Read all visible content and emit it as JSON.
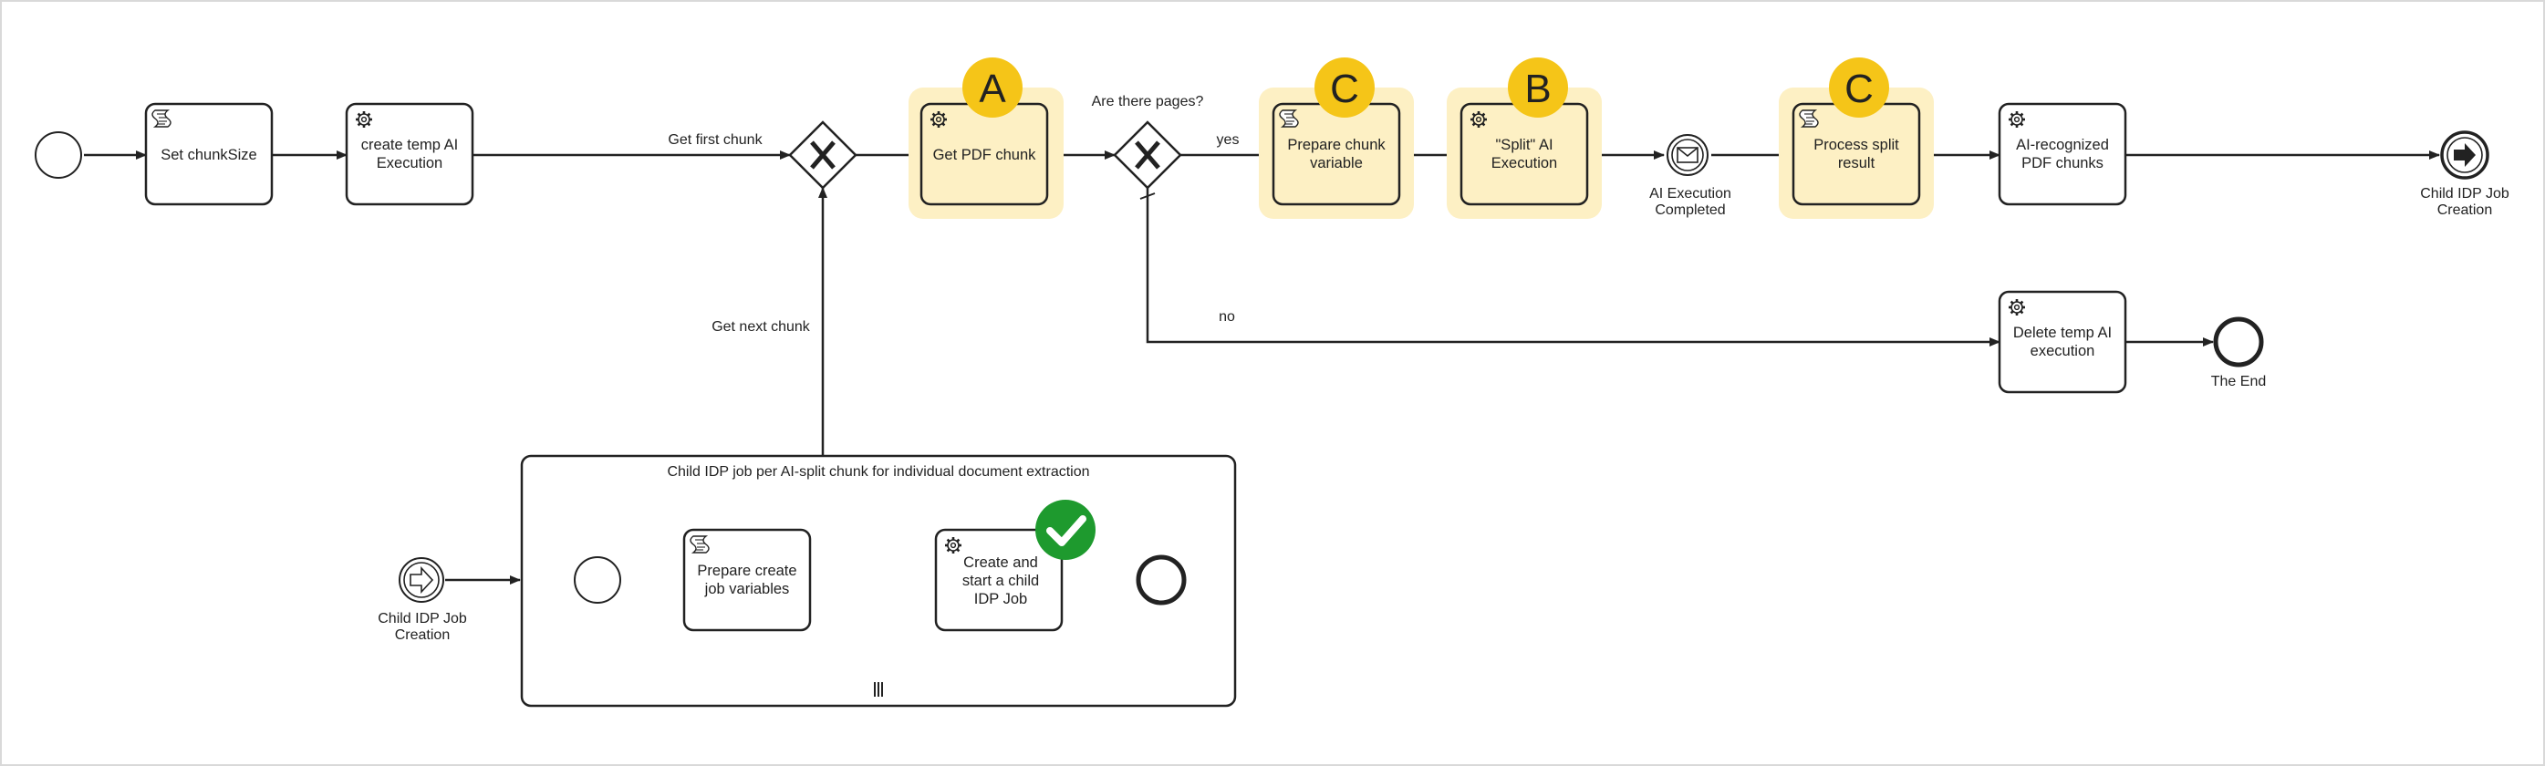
{
  "colors": {
    "stroke": "#222222",
    "highlight_fill": "#fdf0c4",
    "highlight_halo": "#fdf0c4",
    "badge": "#f5c518",
    "check": "#1e9a2e"
  },
  "events": {
    "start": {
      "label": ""
    },
    "ai_execution_completed": {
      "label_lines": [
        "AI Execution",
        "Completed"
      ]
    },
    "child_job_creation_end": {
      "label_lines": [
        "Child IDP Job",
        "Creation"
      ]
    },
    "the_end": {
      "label_lines": [
        "The End"
      ]
    },
    "child_job_creation_start": {
      "label_lines": [
        "Child IDP Job",
        "Creation"
      ]
    },
    "sub_start": {
      "label": ""
    },
    "sub_end": {
      "label": ""
    }
  },
  "tasks": {
    "set_chunk_size": {
      "lines": [
        "Set chunkSize"
      ],
      "icon": "script-icon"
    },
    "create_temp_ai": {
      "lines": [
        "create temp AI",
        "Execution"
      ],
      "icon": "gear-icon"
    },
    "get_pdf_chunk": {
      "lines": [
        "Get PDF chunk"
      ],
      "icon": "gear-icon",
      "badge": "A"
    },
    "prepare_chunk_variable": {
      "lines": [
        "Prepare chunk",
        "variable"
      ],
      "icon": "script-icon",
      "badge": "C"
    },
    "split_ai_execution": {
      "lines": [
        "\"Split\" AI",
        "Execution"
      ],
      "icon": "gear-icon",
      "badge": "B"
    },
    "process_split_result": {
      "lines": [
        "Process split",
        "result"
      ],
      "icon": "script-icon",
      "badge": "C"
    },
    "ai_recognized_pdf_chunks": {
      "lines": [
        "AI-recognized",
        "PDF chunks"
      ],
      "icon": "gear-icon"
    },
    "delete_temp_ai": {
      "lines": [
        "Delete temp AI",
        "execution"
      ],
      "icon": "gear-icon"
    },
    "prepare_create_job_vars": {
      "lines": [
        "Prepare create",
        "job variables"
      ],
      "icon": "script-icon"
    },
    "create_start_child_job": {
      "lines": [
        "Create and",
        "start a child",
        "IDP Job"
      ],
      "icon": "gear-icon",
      "status": "check-icon"
    }
  },
  "gateways": {
    "merge": {
      "label": ""
    },
    "pages_check": {
      "label": "Are there pages?"
    }
  },
  "flows": {
    "get_first_chunk": "Get first chunk",
    "get_next_chunk": "Get next chunk",
    "yes": "yes",
    "no": "no"
  },
  "subprocess": {
    "title": "Child IDP job per AI-split chunk for individual document extraction",
    "marker": "parallel-multi-instance-icon"
  }
}
